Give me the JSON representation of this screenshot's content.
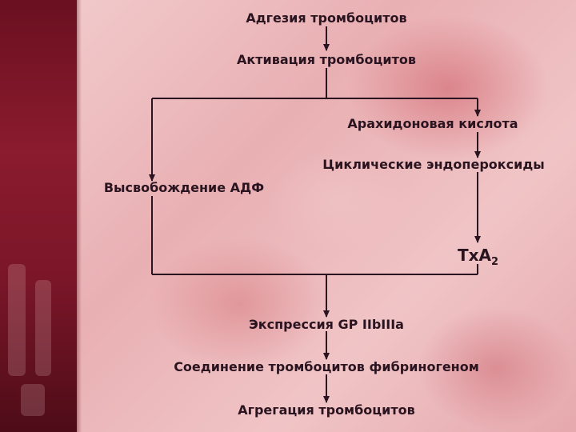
{
  "colors": {
    "text": "#2a1420",
    "line": "#2a1420",
    "side_panel": "#7a1628"
  },
  "diagram": {
    "nodes": {
      "adhesion": "Адгезия тромбоцитов",
      "activation": "Активация тромбоцитов",
      "arachidonic": "Арахидоновая кислота",
      "endoperoxides": "Циклические эндопероксиды",
      "adp_release": "Высвобождение АДФ",
      "txa2_main": "TxA",
      "txa2_sub": "2",
      "gp_expression": "Экспрессия GP IIbIIIa",
      "fibrinogen_binding": "Соединение тромбоцитов фибриногеном",
      "aggregation": "Агрегация тромбоцитов"
    }
  }
}
